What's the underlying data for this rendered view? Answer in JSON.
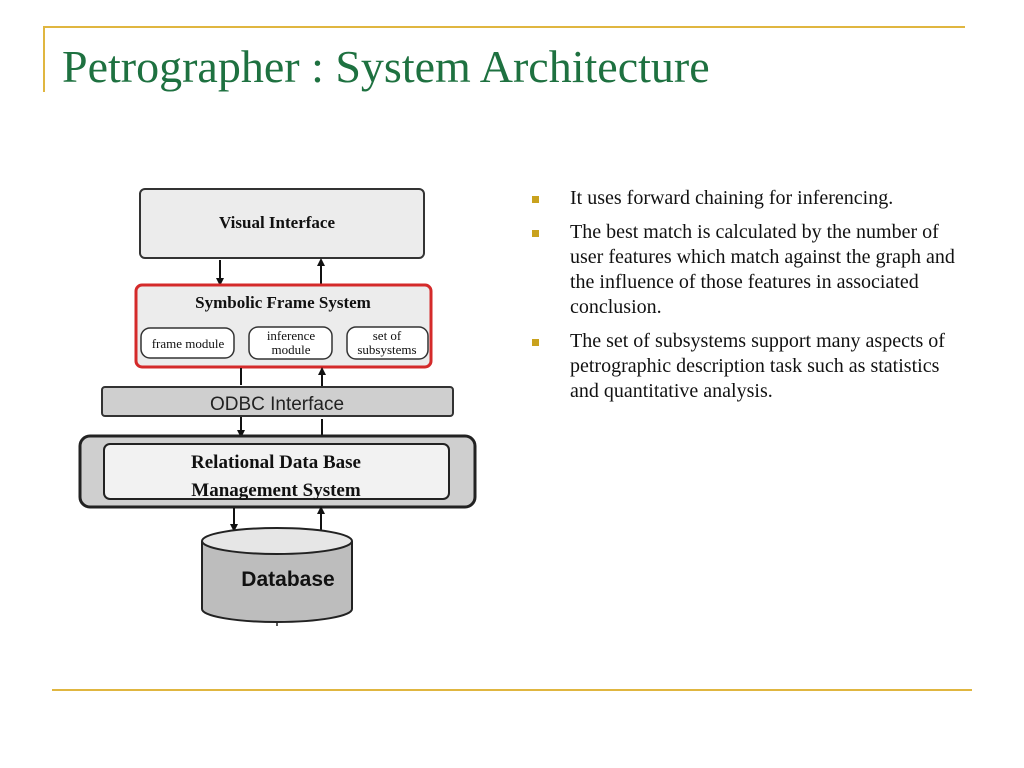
{
  "slide": {
    "title": "Petrographer : System Architecture",
    "accent_color": "#e0b640",
    "title_color": "#1e7140"
  },
  "diagram": {
    "visual_interface": "Visual Interface",
    "symbolic_frame_system": "Symbolic Frame System",
    "frame_module": "frame module",
    "inference_module_line1": "inference",
    "inference_module_line2": "module",
    "subsystems_line1": "set of",
    "subsystems_line2": "subsystems",
    "odbc_interface": "ODBC Interface",
    "rdbms_line1": "Relational Data Base",
    "rdbms_line2": "Management System",
    "database": "Database",
    "highlight_color": "#d42a2a"
  },
  "bullets": [
    "It uses forward chaining for inferencing.",
    "The best match is calculated by the number of user features which match against the graph and the influence of those features in associated conclusion.",
    "The set of subsystems support many aspects of petrographic description task such as statistics and quantitative analysis."
  ]
}
